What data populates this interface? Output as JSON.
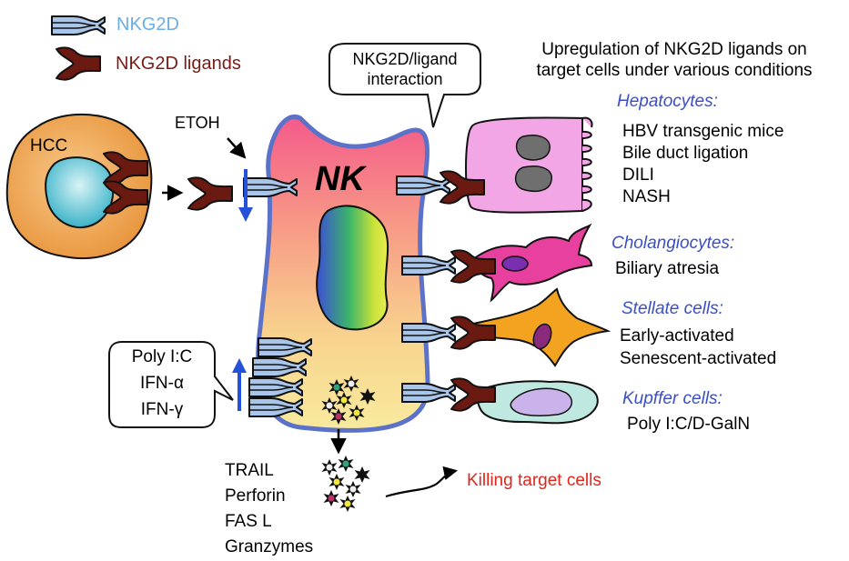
{
  "legend": {
    "receptor_label": "NKG2D",
    "ligand_label": "NKG2D ligands"
  },
  "hcc_label": "HCC",
  "etoh_label": "ETOH",
  "nk_label": "NK",
  "bubble_top": [
    "NKG2D/ligand",
    "interaction"
  ],
  "bubble_left": [
    "Poly I:C",
    "IFN-α",
    "IFN-γ"
  ],
  "header": [
    "Upregulation of NKG2D ligands on",
    "target cells under various conditions"
  ],
  "groups": [
    {
      "title": "Hepatocytes:",
      "conditions": [
        "HBV transgenic mice",
        "Bile duct ligation",
        "DILI",
        "NASH"
      ]
    },
    {
      "title": "Cholangiocytes:",
      "conditions": [
        "Biliary atresia"
      ]
    },
    {
      "title": "Stellate cells:",
      "conditions": [
        "Early-activated",
        "Senescent-activated"
      ]
    },
    {
      "title": "Kupffer cells:",
      "conditions": [
        "Poly I:C/D-GalN"
      ]
    }
  ],
  "effectors": [
    "TRAIL",
    "Perforin",
    "FAS L",
    "Granzymes"
  ],
  "killing_label": "Killing target cells",
  "colors": {
    "receptor": "#a9c6ea",
    "ligand": "#6b1a12",
    "group_title": "#3b4fc4",
    "killing": "#e0261b",
    "arrow": "#2451d8",
    "nk_top": "#f45a8a",
    "nk_bottom": "#f8e69c",
    "hepatocyte": "#f3a6e6",
    "cholangiocyte": "#e8409e",
    "stellate": "#f3a31f",
    "kupffer": "#bfe8e0",
    "hcc_body": "#f0a45a",
    "hcc_nucleus": "#5cc3d3"
  }
}
